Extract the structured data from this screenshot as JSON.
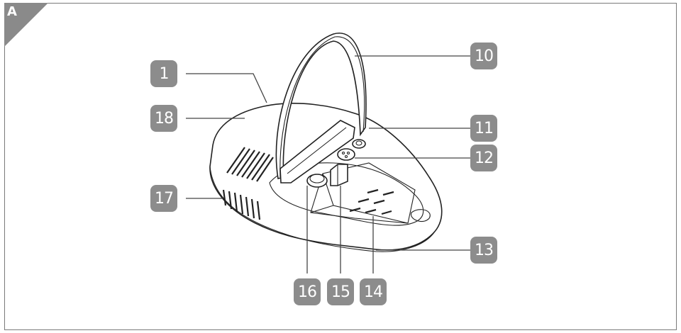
{
  "figure_letter": "A",
  "callouts": {
    "c1": "1",
    "c18": "18",
    "c17": "17",
    "c10": "10",
    "c11": "11",
    "c12": "12",
    "c13": "13",
    "c16": "16",
    "c15": "15",
    "c14": "14"
  },
  "colors": {
    "badge": "#8c8c8c",
    "frame": "#7a7a7a",
    "line": "#222222"
  }
}
